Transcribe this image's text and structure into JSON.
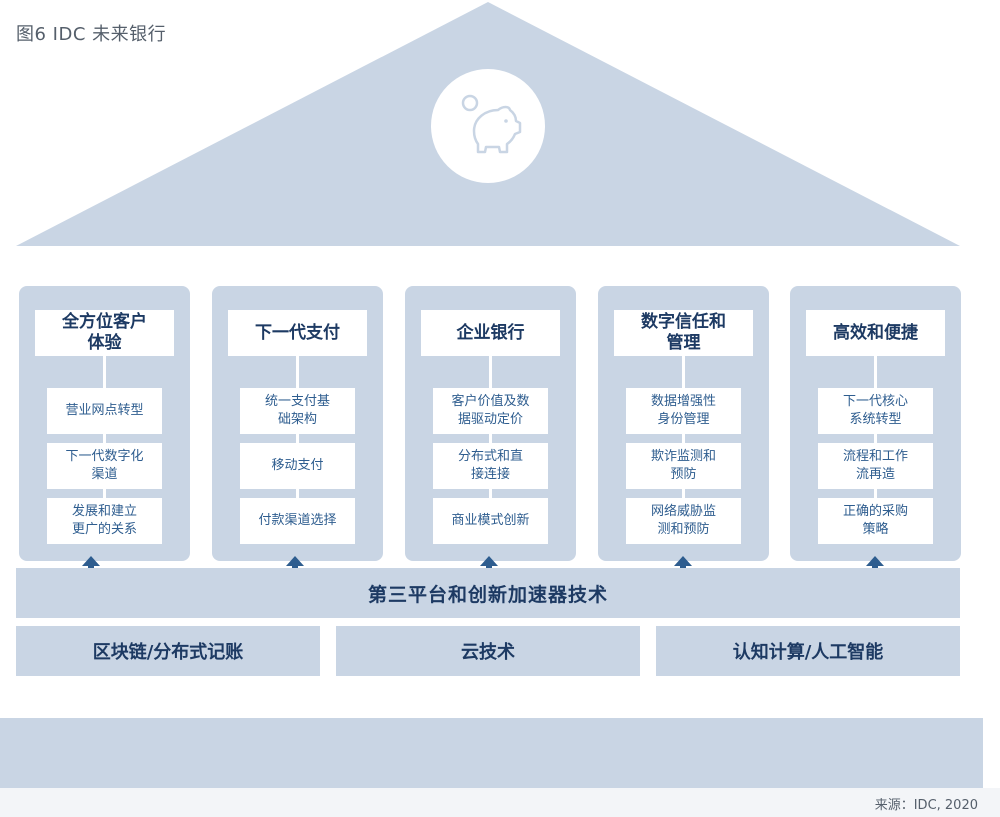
{
  "figure_title": "图6 IDC 未来银行",
  "icon": "piggy-bank-icon",
  "pillars": [
    {
      "title": "全方位客户\n体验",
      "items": [
        "营业网点转型",
        "下一代数字化\n渠道",
        "发展和建立\n更广的关系"
      ]
    },
    {
      "title": "下一代支付",
      "items": [
        "统一支付基\n础架构",
        "移动支付",
        "付款渠道选择"
      ]
    },
    {
      "title": "企业银行",
      "items": [
        "客户价值及数\n据驱动定价",
        "分布式和直\n接连接",
        "商业模式创新"
      ]
    },
    {
      "title": "数字信任和\n管理",
      "items": [
        "数据增强性\n身份管理",
        "欺诈监测和\n预防",
        "网络威胁监\n测和预防"
      ]
    },
    {
      "title": "高效和便捷",
      "items": [
        "下一代核心\n系统转型",
        "流程和工作\n流再造",
        "正确的采购\n策略"
      ]
    }
  ],
  "platform": "第三平台和创新加速器技术",
  "technologies": [
    "区块链/分布式记账",
    "云技术",
    "认知计算/人工智能"
  ],
  "source": "来源：IDC, 2020",
  "colors": {
    "structure": "#c9d5e4",
    "heading_text": "#1d3a63",
    "item_text": "#2e5d8f",
    "arrow": "#2e5d8f"
  }
}
